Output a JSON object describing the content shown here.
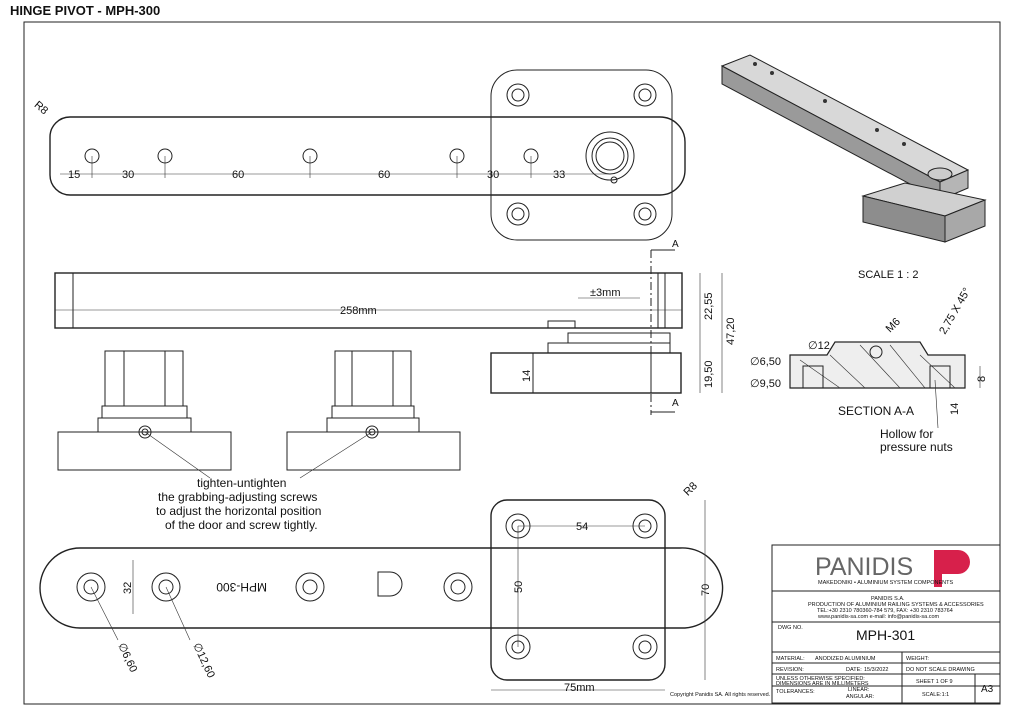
{
  "header": {
    "title": "HINGE PIVOT - MPH-300"
  },
  "top_view": {
    "radius": "R8",
    "dims": [
      "15",
      "30",
      "60",
      "60",
      "30",
      "33"
    ]
  },
  "front_view": {
    "length": "258mm",
    "travel": "±3mm",
    "height_total": "47,20",
    "height_upper": "22,55",
    "height_lower": "19,50",
    "base_height": "14",
    "section_marker": "A"
  },
  "iso_view": {
    "scale": "SCALE 1 : 2"
  },
  "section": {
    "title": "SECTION A-A",
    "thread": "M6",
    "chamfer": "2,75 X 45°",
    "dia_small": "∅6,50",
    "dia_large": "∅9,50",
    "dia_top": "∅12",
    "depth": "8",
    "height": "14",
    "note_line1": "Hollow for",
    "note_line2": "pressure nuts"
  },
  "instructions": {
    "line1": "tighten-untighten",
    "line2": "the grabbing-adjusting screws",
    "line3": "to adjust the horizontal position",
    "line4": "of the door and screw tightly."
  },
  "bottom_view": {
    "engraving": "MPH-300",
    "height": "32",
    "hole_small": "∅6,60",
    "hole_large": "∅12,60",
    "plate_radius": "R8",
    "plate_hole_spacing_x": "54",
    "plate_hole_spacing_y": "50",
    "plate_height": "70",
    "plate_width": "75mm"
  },
  "title_block": {
    "brand": "PANIDIS",
    "tagline": "MAKEDONIKI • ALUMINIUM SYSTEM COMPONENTS",
    "company": "PANIDIS S.A.",
    "company_desc": "PRODUCTION OF ALUMINIUM RAILING SYSTEMS & ACCESSORIES",
    "contact1": "TEL:+30 2310 780360-784 579, FAX: +30 2310 783764",
    "contact2": "www.panidis-sa.com    e-mail: info@panidis-sa.com",
    "dwg_label": "DWG NO.",
    "dwg_no": "MPH-301",
    "material_label": "MATERIAL:",
    "material": "ANODIZED ALUMINIUM",
    "weight_label": "WEIGHT:",
    "revision_label": "REVISION:",
    "date_label": "DATE:",
    "date": "15/3/2022",
    "no_scale": "DO NOT SCALE DRAWING",
    "unless1": "UNLESS OTHERWISE SPECIFIED:",
    "unless2": "DIMENSIONS ARE IN MILLIMETERS",
    "sheet": "SHEET 1 OF 9",
    "size": "A3",
    "tolerances_label": "TOLERANCES:",
    "linear_label": "LINEAR:",
    "angular_label": "ANGULAR:",
    "scale": "SCALE:1:1",
    "copyright": "Copyright Panidis SA. All rights reserved."
  }
}
